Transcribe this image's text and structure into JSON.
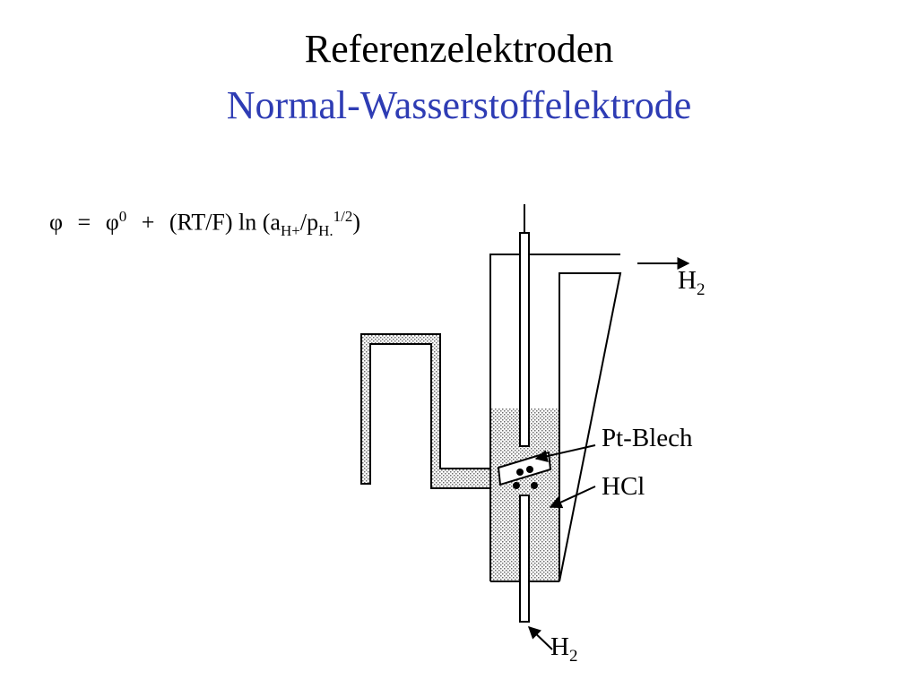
{
  "title": "Referenzelektroden",
  "subtitle": "Normal-Wasserstoffelektrode",
  "colors": {
    "title": "#000000",
    "subtitle": "#2e3cb4",
    "line": "#000000",
    "fill_dots": "#a8a8a8"
  },
  "formula": {
    "phi": "φ",
    "equals": "=",
    "phi0": "φ",
    "phi0_sup": "0",
    "plus": "+",
    "term": "(RT/F) ln (a",
    "sub_h": "H+",
    "slash_p": "/p",
    "sub_p": "H.",
    "sup_half": "1/2",
    "close": ")"
  },
  "labels": {
    "h2_top": {
      "main": "H",
      "sub": "2"
    },
    "pt_blech": "Pt-Blech",
    "hcl": "HCl",
    "h2_bottom": {
      "main": "H",
      "sub": "2"
    }
  }
}
